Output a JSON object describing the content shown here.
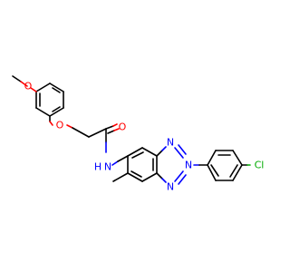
{
  "molecule": {
    "atom_labels": {
      "o_methoxy": "O",
      "o_ether": "O",
      "o_carbonyl": "O",
      "n_amide": "N",
      "h_amide": "H",
      "n_triazole_top": "N",
      "n_triazole_mid": "N",
      "n_triazole_bottom": "N",
      "cl": "Cl"
    },
    "colors": {
      "carbon": "#000000",
      "oxygen": "#ff0000",
      "nitrogen": "#0000ff",
      "chlorine": "#00aa00"
    }
  }
}
